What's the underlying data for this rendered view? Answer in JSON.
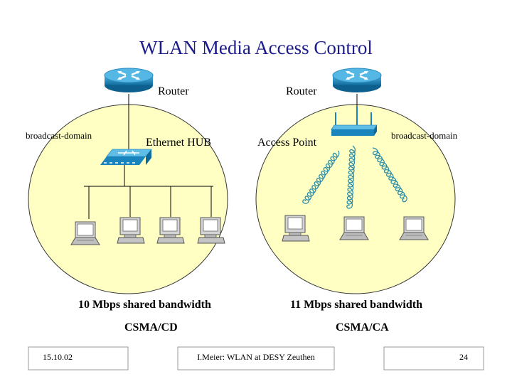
{
  "title": "WLAN Media Access Control",
  "left": {
    "router_label": "Router",
    "domain_label": "broadcast-domain",
    "hub_label": "Ethernet HUB",
    "bandwidth": "10 Mbps shared bandwidth",
    "protocol": "CSMA/CD"
  },
  "right": {
    "router_label": "Router",
    "domain_label": "broadcast-domain",
    "ap_label": "Access Point",
    "bandwidth": "11 Mbps shared bandwidth",
    "protocol": "CSMA/CA"
  },
  "footer": {
    "date": "15.10.02",
    "author": "I.Meier: WLAN at DESY Zeuthen",
    "page": "24"
  },
  "colors": {
    "domain_fill": "#ffffc4",
    "router_blue": "#1a84bd",
    "title": "#1c1c8c",
    "wave": "#2a8ca8"
  }
}
